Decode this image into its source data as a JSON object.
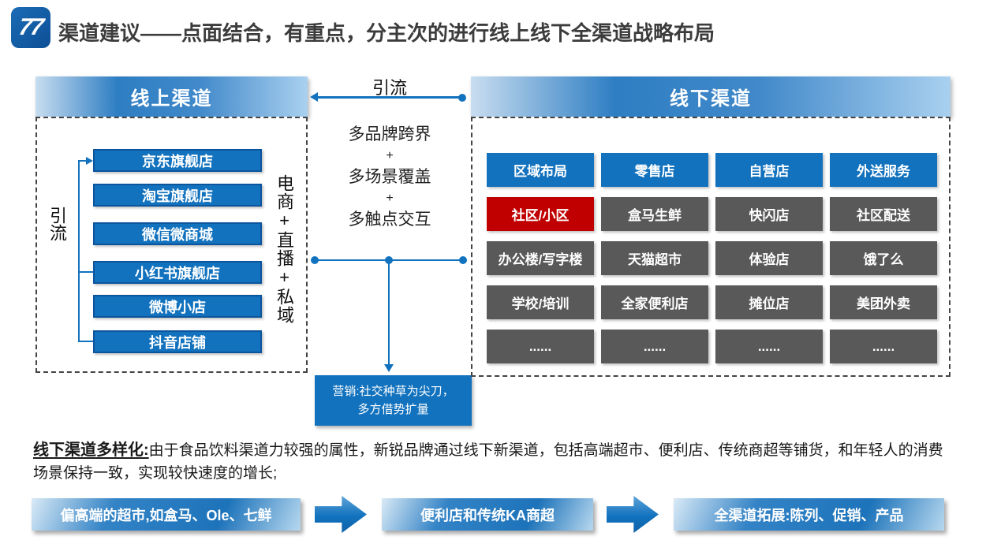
{
  "header": {
    "title": "渠道建议——点面结合，有重点，分主次的进行线上线下全渠道战略布局",
    "logo_glyph": "77"
  },
  "online": {
    "title": "线上渠道",
    "left_vertical_label": "引流",
    "right_vertical_label": "电商+直播+私域",
    "items": [
      "京东旗舰店",
      "淘宝旗舰店",
      "微信微商城",
      "小红书旗舰店",
      "微博小店",
      "抖音店铺"
    ]
  },
  "middle": {
    "top_label": "引流",
    "lines": [
      "多品牌跨界",
      "+",
      "多场景覆盖",
      "+",
      "多触点交互"
    ],
    "marketing_line1": "营销:社交种草为尖刀，",
    "marketing_line2": "多方借势扩量"
  },
  "offline": {
    "title": "线下渠道",
    "columns": [
      "区域布局",
      "零售店",
      "自营店",
      "外送服务"
    ],
    "rows": [
      [
        "社区/小区",
        "盒马生鲜",
        "快闪店",
        "社区配送"
      ],
      [
        "办公楼/写字楼",
        "天猫超市",
        "体验店",
        "饿了么"
      ],
      [
        "学校/培训",
        "全家便利店",
        "摊位店",
        "美团外卖"
      ],
      [
        "......",
        "......",
        "......",
        "......"
      ]
    ]
  },
  "summary": {
    "lead": "线下渠道多样化:",
    "body": "由于食品饮料渠道力较强的属性，新锐品牌通过线下新渠道，包括高端超市、便利店、传统商超等铺货，和年轻人的消费场景保持一致，实现较快速度的增长;"
  },
  "flow": {
    "steps": [
      "偏高端的超市,如盒马、Ole、七鲜",
      "便利店和传统KA商超",
      "全渠道拓展:陈列、促销、产品"
    ]
  },
  "colors": {
    "accent": "#1272BE",
    "highlight_red": "#C00000",
    "cell_gray": "#595959"
  }
}
